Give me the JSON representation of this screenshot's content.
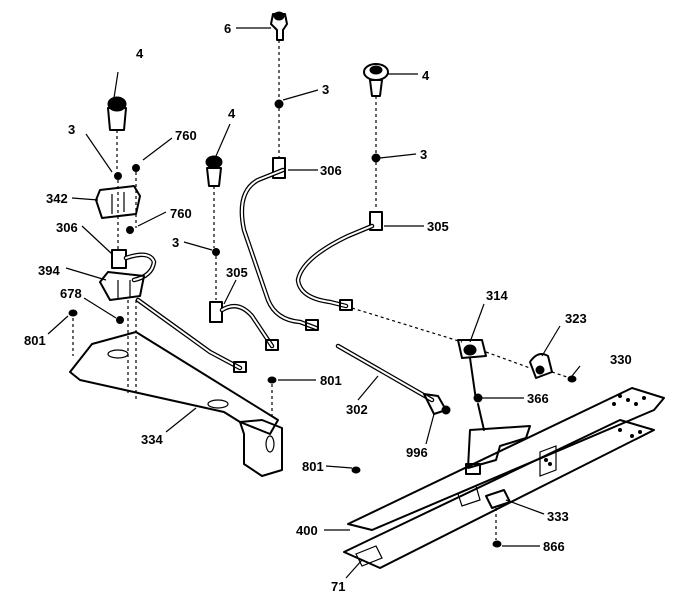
{
  "corner_text": "--- ----- -",
  "callouts": [
    {
      "id": "c6",
      "text": "6"
    },
    {
      "id": "c3-top",
      "text": "3"
    },
    {
      "id": "c4-right",
      "text": "4"
    },
    {
      "id": "c3-right",
      "text": "3"
    },
    {
      "id": "c306-top",
      "text": "306"
    },
    {
      "id": "c305-right",
      "text": "305"
    },
    {
      "id": "c4-left",
      "text": "4"
    },
    {
      "id": "c3-left",
      "text": "3"
    },
    {
      "id": "c760-a",
      "text": "760"
    },
    {
      "id": "c4-mid",
      "text": "4"
    },
    {
      "id": "c342",
      "text": "342"
    },
    {
      "id": "c760-b",
      "text": "760"
    },
    {
      "id": "c306-left",
      "text": "306"
    },
    {
      "id": "c3-mid",
      "text": "3"
    },
    {
      "id": "c394",
      "text": "394"
    },
    {
      "id": "c305-mid",
      "text": "305"
    },
    {
      "id": "c678",
      "text": "678"
    },
    {
      "id": "c801-left",
      "text": "801"
    },
    {
      "id": "c314",
      "text": "314"
    },
    {
      "id": "c323",
      "text": "323"
    },
    {
      "id": "c330",
      "text": "330"
    },
    {
      "id": "c801-mid",
      "text": "801"
    },
    {
      "id": "c302",
      "text": "302"
    },
    {
      "id": "c366",
      "text": "366"
    },
    {
      "id": "c334",
      "text": "334"
    },
    {
      "id": "c996",
      "text": "996"
    },
    {
      "id": "c801-low",
      "text": "801"
    },
    {
      "id": "c333",
      "text": "333"
    },
    {
      "id": "c400",
      "text": "400"
    },
    {
      "id": "c866",
      "text": "866"
    },
    {
      "id": "c71",
      "text": "71"
    }
  ]
}
